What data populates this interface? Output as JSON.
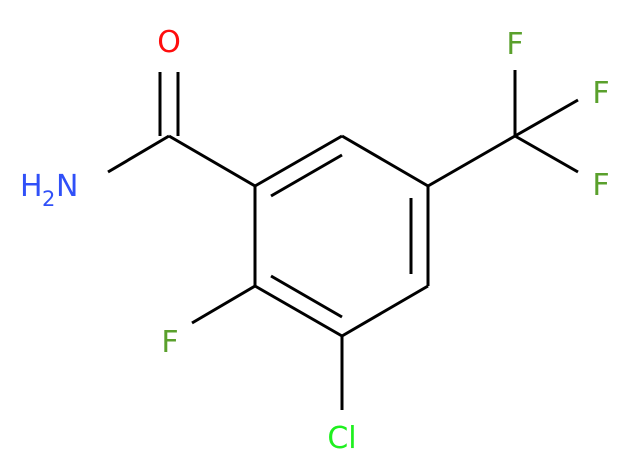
{
  "molecule": {
    "atoms": {
      "o": {
        "text": "O",
        "color": "#ff0d0d"
      },
      "n": {
        "text": "H",
        "sub": "2",
        "tail": "N",
        "color": "#3050f8"
      },
      "f_ring": {
        "text": "F",
        "color": "#5aa02c"
      },
      "cl": {
        "text": "Cl",
        "color": "#1ff01f"
      },
      "f1": {
        "text": "F",
        "color": "#5aa02c"
      },
      "f2": {
        "text": "F",
        "color": "#5aa02c"
      },
      "f3": {
        "text": "F",
        "color": "#5aa02c"
      }
    },
    "bond_color": "#000000"
  }
}
